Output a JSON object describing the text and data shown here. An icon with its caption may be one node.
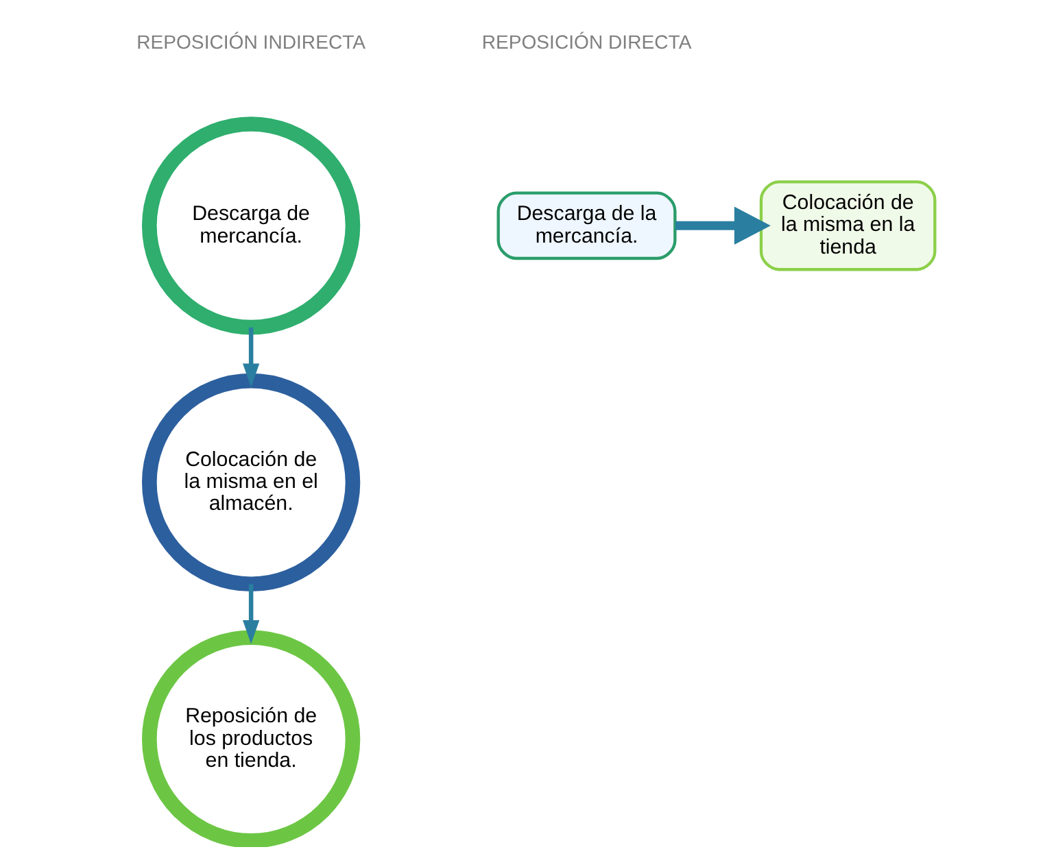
{
  "diagram": {
    "nodes": [
      {
        "text": [
          "Descarga de mercancía."
        ]
      },
      {
        "text": [
          "Colocación de la misma en el almacén."
        ]
      },
      {
        "text": [
          "Reposición de los productos en tienda."
        ]
      },
      {
        "text": [
          "Descarga de la mercancía."
        ]
      },
      {
        "text": [
          "Colocación de la misma en la tienda"
        ]
      }
    ],
    "edges": [
      {
        "from": 0,
        "to": 1,
        "arrow": "to"
      },
      {
        "from": 1,
        "to": 2,
        "arrow": "to"
      },
      {
        "from": 3,
        "to": 4,
        "arrow": "to",
        "style": "thick"
      }
    ],
    "labels": [
      "REPOSICIÓN INDIRECTA",
      "REPOSICIÓN DIRECTA"
    ]
  }
}
